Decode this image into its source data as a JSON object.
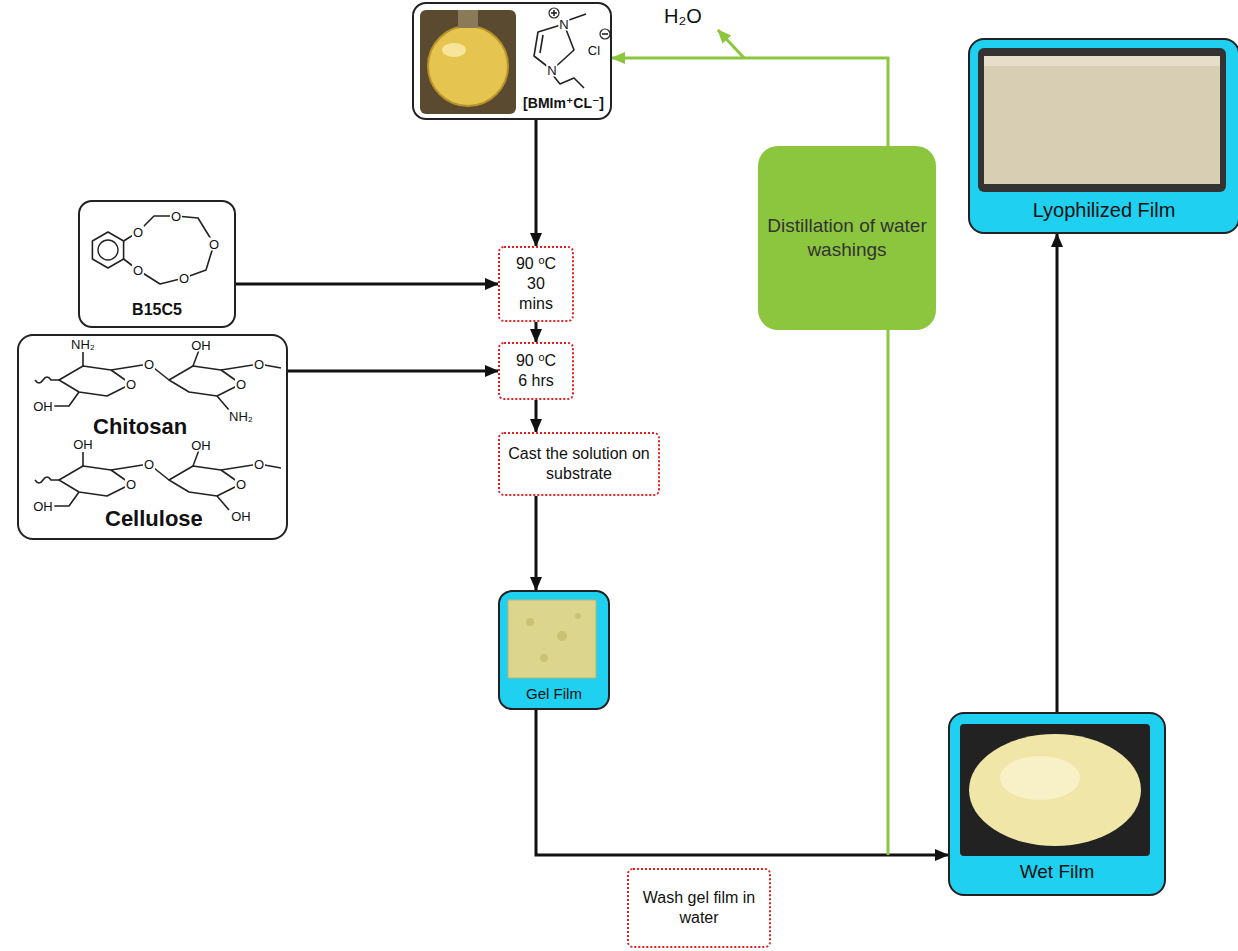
{
  "diagram": {
    "nodes": [
      {
        "text": [
          "[BMIm⁺CL⁻]"
        ]
      },
      {
        "text": [
          "B15C5"
        ]
      },
      {
        "text": [
          "Chitosan",
          "Cellulose"
        ]
      },
      {
        "text": [
          "90 ⁰C",
          "30 mins"
        ]
      },
      {
        "text": [
          "90 ⁰C",
          "6 hrs"
        ]
      },
      {
        "text": [
          "Cast the solution on substrate"
        ]
      },
      {
        "text": [
          "Distillation of water washings"
        ]
      },
      {
        "text": [
          "Gel Film"
        ]
      },
      {
        "text": [
          "Wash gel film in water"
        ]
      },
      {
        "text": [
          "Wet Film"
        ]
      },
      {
        "text": [
          "Lyophilized Film"
        ]
      }
    ],
    "edges": [
      {
        "from": 0,
        "to": 3,
        "arrow": "to"
      },
      {
        "from": 1,
        "to": 3,
        "arrow": "to"
      },
      {
        "from": 3,
        "to": 4,
        "arrow": "to"
      },
      {
        "from": 2,
        "to": 4,
        "arrow": "to"
      },
      {
        "from": 4,
        "to": 5,
        "arrow": "to"
      },
      {
        "from": 5,
        "to": 7,
        "arrow": "to"
      },
      {
        "from": 7,
        "to": 9,
        "arrow": "to"
      },
      {
        "from": 9,
        "to": 10,
        "arrow": "to"
      },
      {
        "from": 8,
        "to": 6,
        "arrow": "none"
      },
      {
        "from": 6,
        "to": 0,
        "arrow": "to"
      }
    ],
    "labels": [
      "H₂O",
      "N",
      "Cl",
      "N",
      "O",
      "O",
      "O",
      "O",
      "O",
      "NH₂",
      "OH",
      "O",
      "O",
      "OH",
      "O",
      "NH₂",
      "O",
      "OH",
      "OH",
      "O",
      "O",
      "OH",
      "O",
      "OH",
      "O"
    ]
  }
}
